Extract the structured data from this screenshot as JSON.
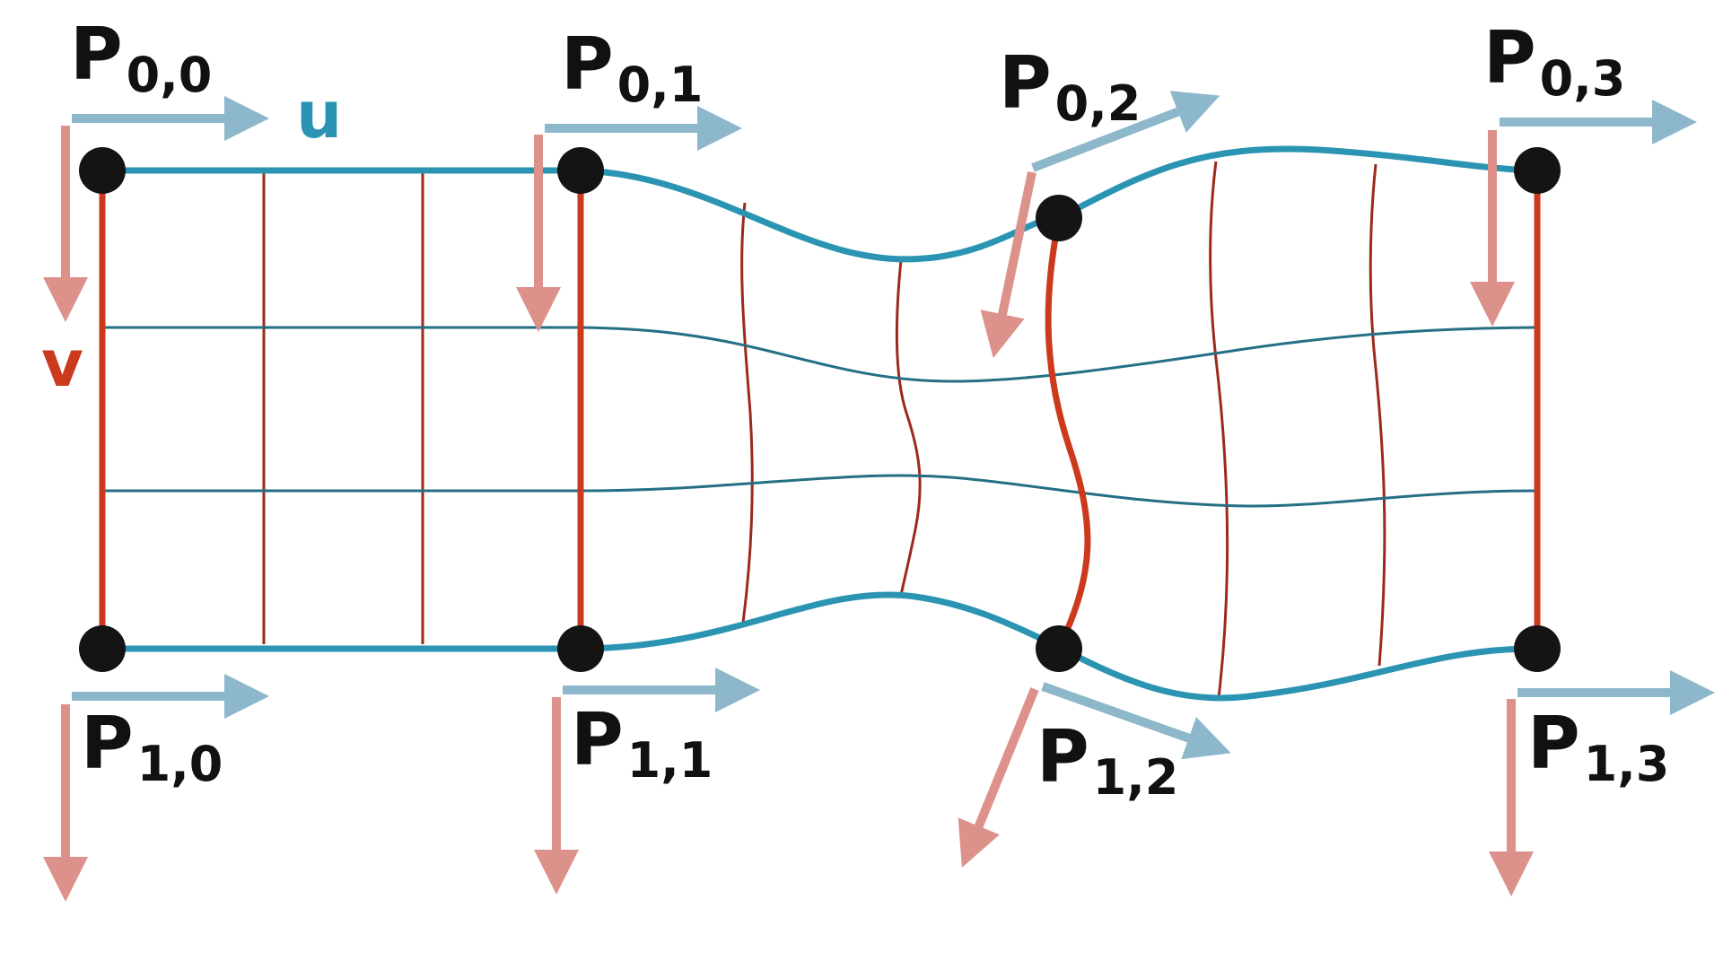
{
  "colors": {
    "background": "#ffffff",
    "u_curve": "#2a94b2",
    "u_isoline": "#256f86",
    "v_edge": "#cc3a1e",
    "v_isoline": "#9b2a1c",
    "u_tangent_arrow": "#8db7ca",
    "v_tangent_arrow": "#dd918b",
    "control_point": "#141414",
    "label_text": "#111111"
  },
  "axes": {
    "u": "u",
    "v": "v"
  },
  "points": [
    {
      "id": "p00",
      "base": "P",
      "sub": "0,0"
    },
    {
      "id": "p01",
      "base": "P",
      "sub": "0,1"
    },
    {
      "id": "p02",
      "base": "P",
      "sub": "0,2"
    },
    {
      "id": "p03",
      "base": "P",
      "sub": "0,3"
    },
    {
      "id": "p10",
      "base": "P",
      "sub": "1,0"
    },
    {
      "id": "p11",
      "base": "P",
      "sub": "1,1"
    },
    {
      "id": "p12",
      "base": "P",
      "sub": "1,2"
    },
    {
      "id": "p13",
      "base": "P",
      "sub": "1,3"
    }
  ]
}
